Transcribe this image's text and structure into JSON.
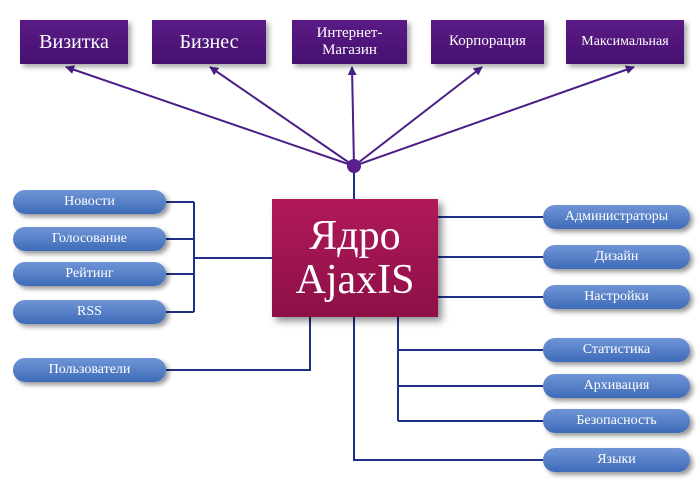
{
  "editions": [
    {
      "id": "vizitka",
      "label": "Визитка"
    },
    {
      "id": "biznes",
      "label": "Бизнес"
    },
    {
      "id": "internet-magazin",
      "label": "Интернет-\nМагазин"
    },
    {
      "id": "korporaciya",
      "label": "Корпорация"
    },
    {
      "id": "maksimalnaya",
      "label": "Максимальная"
    }
  ],
  "core": {
    "line1": "Ядро",
    "line2": "AjaxIS"
  },
  "left_modules": [
    "Новости",
    "Голосование",
    "Рейтинг",
    "RSS",
    "Пользователи"
  ],
  "right_modules": [
    "Администраторы",
    "Дизайн",
    "Настройки",
    "Статистика",
    "Архивация",
    "Безопасность",
    "Языки"
  ],
  "colors": {
    "edition": "#4e1379",
    "core": "#a0154f",
    "module": "#4f7cc6",
    "connector_lines": "#1f2f87"
  }
}
